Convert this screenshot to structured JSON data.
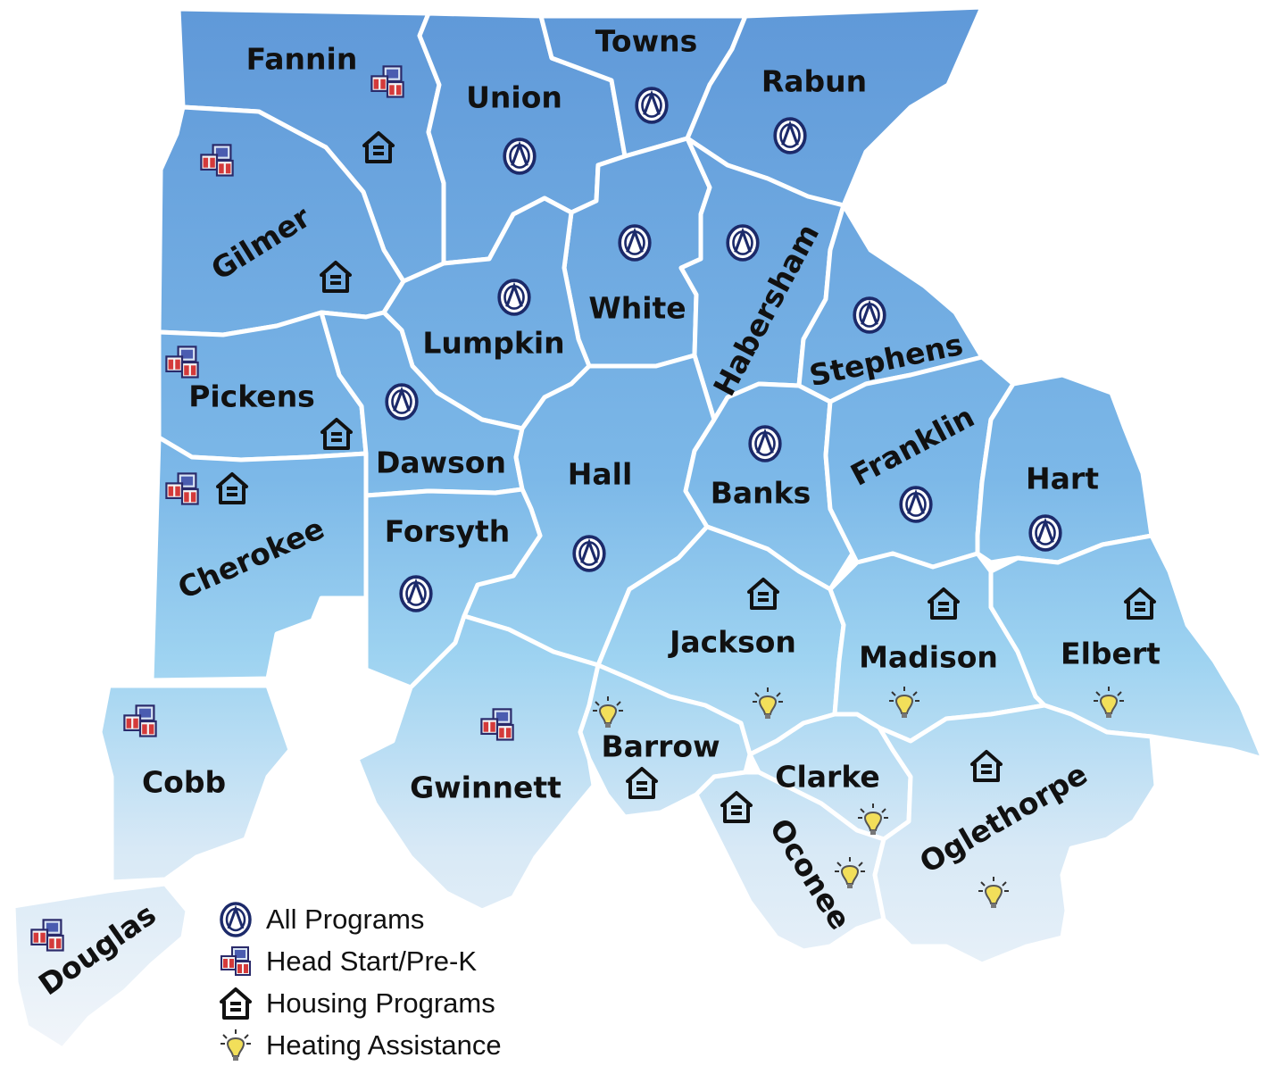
{
  "counties": [
    {
      "name": "Fannin",
      "icons": [
        "headstart",
        "housing"
      ]
    },
    {
      "name": "Union",
      "icons": [
        "all"
      ]
    },
    {
      "name": "Towns",
      "icons": [
        "all"
      ]
    },
    {
      "name": "Rabun",
      "icons": [
        "all"
      ]
    },
    {
      "name": "Gilmer",
      "icons": [
        "headstart",
        "housing"
      ]
    },
    {
      "name": "White",
      "icons": [
        "all"
      ]
    },
    {
      "name": "Habersham",
      "icons": [
        "all"
      ]
    },
    {
      "name": "Lumpkin",
      "icons": [
        "all"
      ]
    },
    {
      "name": "Stephens",
      "icons": [
        "all"
      ]
    },
    {
      "name": "Pickens",
      "icons": [
        "headstart",
        "housing"
      ]
    },
    {
      "name": "Dawson",
      "icons": [
        "all"
      ]
    },
    {
      "name": "Hall",
      "icons": [
        "all"
      ]
    },
    {
      "name": "Banks",
      "icons": [
        "all"
      ]
    },
    {
      "name": "Franklin",
      "icons": [
        "all"
      ]
    },
    {
      "name": "Hart",
      "icons": [
        "all"
      ]
    },
    {
      "name": "Cherokee",
      "icons": [
        "headstart",
        "housing"
      ]
    },
    {
      "name": "Forsyth",
      "icons": [
        "all"
      ]
    },
    {
      "name": "Jackson",
      "icons": [
        "housing",
        "heating"
      ]
    },
    {
      "name": "Madison",
      "icons": [
        "housing",
        "heating"
      ]
    },
    {
      "name": "Elbert",
      "icons": [
        "housing",
        "heating"
      ]
    },
    {
      "name": "Cobb",
      "icons": [
        "headstart"
      ]
    },
    {
      "name": "Gwinnett",
      "icons": [
        "headstart"
      ]
    },
    {
      "name": "Barrow",
      "icons": [
        "heating",
        "housing"
      ]
    },
    {
      "name": "Clarke",
      "icons": [
        "heating"
      ]
    },
    {
      "name": "Oconee",
      "icons": [
        "housing",
        "heating"
      ]
    },
    {
      "name": "Oglethorpe",
      "icons": [
        "housing",
        "heating"
      ]
    },
    {
      "name": "Douglas",
      "icons": [
        "headstart"
      ]
    }
  ],
  "legend": [
    {
      "icon": "all",
      "label": "All Programs"
    },
    {
      "icon": "headstart",
      "label": "Head Start/Pre-K"
    },
    {
      "icon": "housing",
      "label": "Housing Programs"
    },
    {
      "icon": "heating",
      "label": "Heating Assistance"
    }
  ],
  "colors": {
    "north": "#5f98d8",
    "mid": "#88c6ec",
    "south": "#f0f4fa",
    "border": "#ffffff",
    "icon_dark": "#1c2a6a",
    "bulb": "#f2df5a"
  }
}
